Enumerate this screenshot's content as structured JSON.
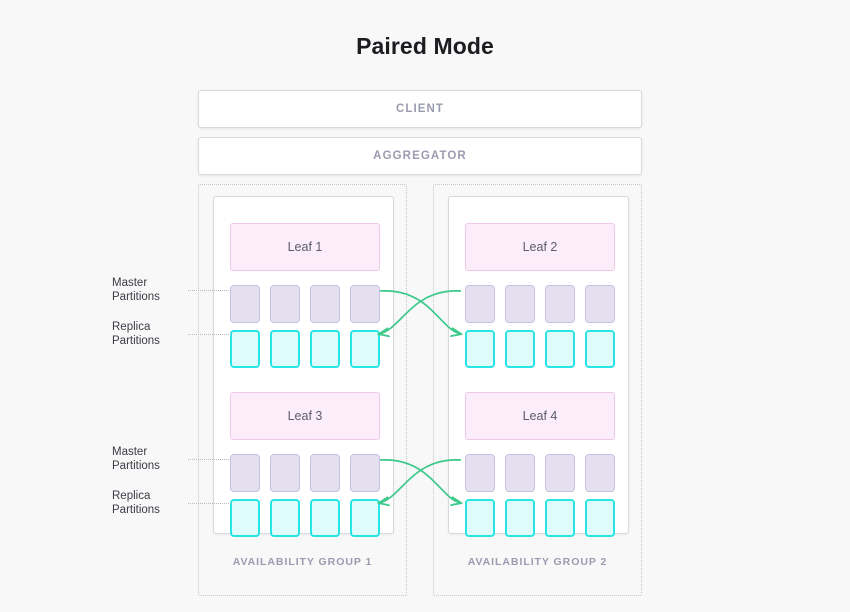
{
  "title": "Paired Mode",
  "top_nodes": [
    {
      "name": "client",
      "label": "CLIENT"
    },
    {
      "name": "aggregator",
      "label": "AGGREGATOR"
    }
  ],
  "availability_groups": [
    {
      "id": "ag1",
      "label": "AVAILABILITY GROUP 1",
      "leaves": [
        {
          "id": "leaf1",
          "label": "Leaf 1",
          "master_partitions": [
            "m1",
            "m2",
            "m3",
            "m4"
          ],
          "replica_partitions": [
            "r1",
            "r2",
            "r3",
            "r4"
          ]
        },
        {
          "id": "leaf3",
          "label": "Leaf 3",
          "master_partitions": [
            "m1",
            "m2",
            "m3",
            "m4"
          ],
          "replica_partitions": [
            "r1",
            "r2",
            "r3",
            "r4"
          ]
        }
      ]
    },
    {
      "id": "ag2",
      "label": "AVAILABILITY GROUP 2",
      "leaves": [
        {
          "id": "leaf2",
          "label": "Leaf 2",
          "master_partitions": [
            "m1",
            "m2",
            "m3",
            "m4"
          ],
          "replica_partitions": [
            "r1",
            "r2",
            "r3",
            "r4"
          ]
        },
        {
          "id": "leaf4",
          "label": "Leaf 4",
          "master_partitions": [
            "m1",
            "m2",
            "m3",
            "m4"
          ],
          "replica_partitions": [
            "r1",
            "r2",
            "r3",
            "r4"
          ]
        }
      ]
    }
  ],
  "side_labels": {
    "master_line1": "Master",
    "master_line2": "Partitions",
    "replica_line1": "Replica",
    "replica_line2": "Partitions"
  },
  "replication_arrows": [
    {
      "from": "leaf1-master",
      "to": "leaf2-replica"
    },
    {
      "from": "leaf2-master",
      "to": "leaf1-replica"
    },
    {
      "from": "leaf3-master",
      "to": "leaf4-replica"
    },
    {
      "from": "leaf4-master",
      "to": "leaf3-replica"
    }
  ],
  "colors": {
    "background": "#f8f8f8",
    "title": "#1c1c21",
    "node_border": "#d8d8de",
    "node_label": "#9b9bb0",
    "leaf_fill": "#fbeefa",
    "leaf_border": "#f0c8ea",
    "master_fill": "#e4e0f0",
    "master_border": "#c9bfe4",
    "replica_fill": "#dffcfc",
    "replica_border": "#28e5e5",
    "arrow": "#3cc98a",
    "group_border": "#c3c3cc"
  }
}
